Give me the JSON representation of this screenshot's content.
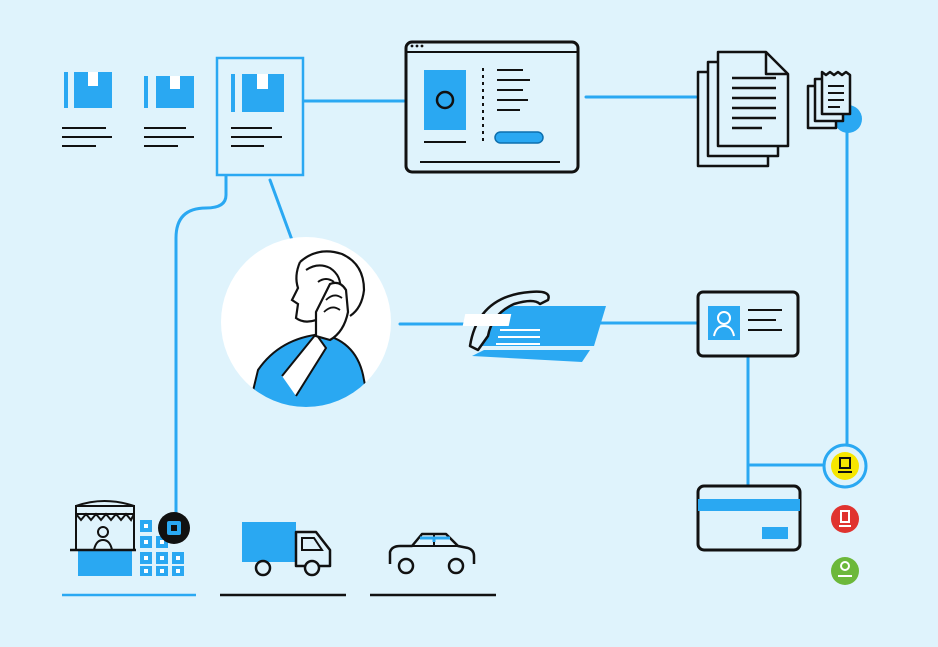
{
  "colors": {
    "background": "#dff3fc",
    "accent": "#2aa8f2",
    "ink": "#111111",
    "white": "#ffffff",
    "status_yellow": "#f6e600",
    "status_red": "#e0332f",
    "status_green": "#6cb83a"
  },
  "nodes": [
    {
      "icon": "product-box-icon"
    },
    {
      "icon": "product-box-icon"
    },
    {
      "icon": "product-card-selected-icon"
    },
    {
      "icon": "web-page-window-icon"
    },
    {
      "icon": "document-stack-icon"
    },
    {
      "icon": "receipt-stack-icon"
    },
    {
      "icon": "customer-on-phone-icon"
    },
    {
      "icon": "desk-telephone-icon"
    },
    {
      "icon": "id-card-icon"
    },
    {
      "icon": "bank-card-icon"
    },
    {
      "icon": "market-stall-icon"
    },
    {
      "icon": "delivery-truck-icon"
    },
    {
      "icon": "car-icon"
    }
  ],
  "status_indicators": [
    {
      "state": "pending",
      "color": "#f6e600"
    },
    {
      "state": "rejected",
      "color": "#e0332f"
    },
    {
      "state": "approved",
      "color": "#6cb83a"
    }
  ]
}
